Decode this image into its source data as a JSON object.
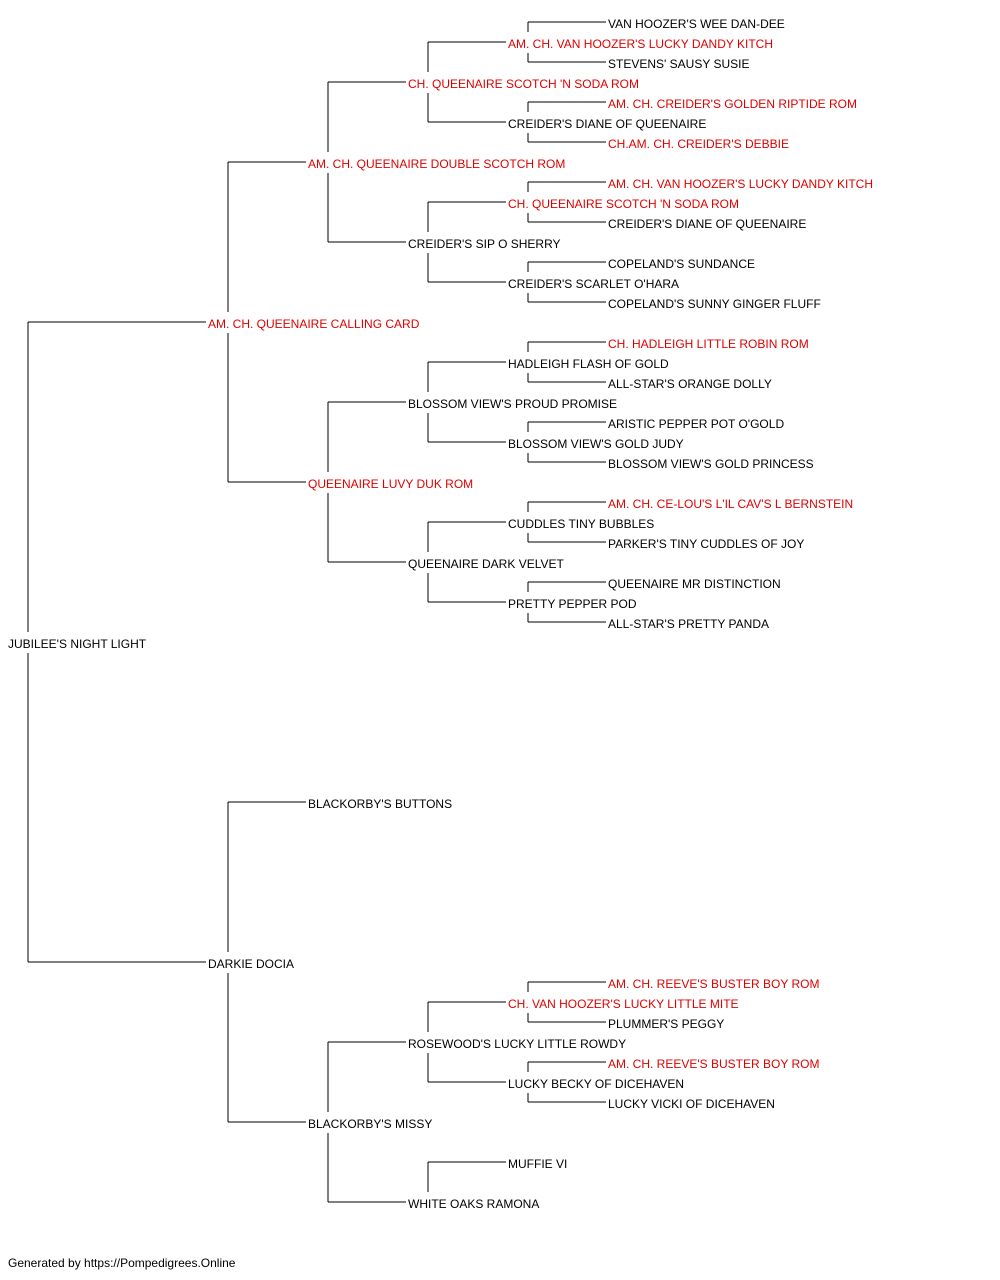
{
  "colors": {
    "champion": "#e00000",
    "normal": "#000000",
    "line": "#000000"
  },
  "footer": "Generated by https://Pompedigrees.Online",
  "pedigree": [
    {
      "id": "n1",
      "name": "JUBILEE'S NIGHT LIGHT",
      "champion": false
    },
    {
      "id": "n2",
      "parent": "n1",
      "name": "AM. CH. QUEENAIRE CALLING CARD",
      "champion": true
    },
    {
      "id": "n3",
      "parent": "n2",
      "name": "AM. CH. QUEENAIRE DOUBLE SCOTCH ROM",
      "champion": true
    },
    {
      "id": "n4",
      "parent": "n3",
      "name": "CH. QUEENAIRE SCOTCH 'N SODA ROM",
      "champion": true
    },
    {
      "id": "n5",
      "parent": "n4",
      "name": "AM. CH. VAN HOOZER'S LUCKY DANDY KITCH",
      "champion": true
    },
    {
      "id": "n6",
      "parent": "n5",
      "name": "VAN HOOZER'S WEE DAN-DEE",
      "champion": false
    },
    {
      "id": "n7",
      "parent": "n5",
      "name": "STEVENS' SAUSY SUSIE",
      "champion": false
    },
    {
      "id": "n8",
      "parent": "n4",
      "name": "CREIDER'S DIANE OF QUEENAIRE",
      "champion": false
    },
    {
      "id": "n9",
      "parent": "n8",
      "name": "AM. CH. CREIDER'S GOLDEN RIPTIDE ROM",
      "champion": true
    },
    {
      "id": "n10",
      "parent": "n8",
      "name": "CH.AM. CH. CREIDER'S DEBBIE",
      "champion": true
    },
    {
      "id": "n11",
      "parent": "n3",
      "name": "CREIDER'S SIP O SHERRY",
      "champion": false
    },
    {
      "id": "n12",
      "parent": "n11",
      "name": "CH. QUEENAIRE SCOTCH 'N SODA ROM",
      "champion": true
    },
    {
      "id": "n13",
      "parent": "n12",
      "name": "AM. CH. VAN HOOZER'S LUCKY DANDY KITCH",
      "champion": true
    },
    {
      "id": "n14",
      "parent": "n12",
      "name": "CREIDER'S DIANE OF QUEENAIRE",
      "champion": false
    },
    {
      "id": "n15",
      "parent": "n11",
      "name": "CREIDER'S SCARLET O'HARA",
      "champion": false
    },
    {
      "id": "n16",
      "parent": "n15",
      "name": "COPELAND'S SUNDANCE",
      "champion": false
    },
    {
      "id": "n17",
      "parent": "n15",
      "name": "COPELAND'S SUNNY GINGER FLUFF",
      "champion": false
    },
    {
      "id": "n18",
      "parent": "n2",
      "name": "QUEENAIRE LUVY DUK ROM",
      "champion": true
    },
    {
      "id": "n19",
      "parent": "n18",
      "name": "BLOSSOM VIEW'S PROUD PROMISE",
      "champion": false
    },
    {
      "id": "n20",
      "parent": "n19",
      "name": "HADLEIGH FLASH OF GOLD",
      "champion": false
    },
    {
      "id": "n21",
      "parent": "n20",
      "name": "CH. HADLEIGH LITTLE ROBIN ROM",
      "champion": true
    },
    {
      "id": "n22",
      "parent": "n20",
      "name": "ALL-STAR'S ORANGE DOLLY",
      "champion": false
    },
    {
      "id": "n23",
      "parent": "n19",
      "name": "BLOSSOM VIEW'S GOLD JUDY",
      "champion": false
    },
    {
      "id": "n24",
      "parent": "n23",
      "name": "ARISTIC PEPPER POT O'GOLD",
      "champion": false
    },
    {
      "id": "n25",
      "parent": "n23",
      "name": "BLOSSOM VIEW'S GOLD PRINCESS",
      "champion": false
    },
    {
      "id": "n26",
      "parent": "n18",
      "name": "QUEENAIRE DARK VELVET",
      "champion": false
    },
    {
      "id": "n27",
      "parent": "n26",
      "name": "CUDDLES TINY BUBBLES",
      "champion": false
    },
    {
      "id": "n28",
      "parent": "n27",
      "name": "AM. CH. CE-LOU'S L'IL CAV'S L BERNSTEIN",
      "champion": true
    },
    {
      "id": "n29",
      "parent": "n27",
      "name": "PARKER'S TINY CUDDLES OF JOY",
      "champion": false
    },
    {
      "id": "n30",
      "parent": "n26",
      "name": "PRETTY PEPPER POD",
      "champion": false
    },
    {
      "id": "n31",
      "parent": "n30",
      "name": "QUEENAIRE MR DISTINCTION",
      "champion": false
    },
    {
      "id": "n32",
      "parent": "n30",
      "name": "ALL-STAR'S PRETTY PANDA",
      "champion": false
    },
    {
      "id": "n33",
      "parent": "n1",
      "name": "DARKIE DOCIA",
      "champion": false
    },
    {
      "id": "n34",
      "parent": "n33",
      "name": "BLACKORBY'S BUTTONS",
      "champion": false
    },
    {
      "id": "n35",
      "parent": "n33",
      "name": "BLACKORBY'S MISSY",
      "champion": false
    },
    {
      "id": "n36",
      "parent": "n35",
      "name": "ROSEWOOD'S LUCKY LITTLE ROWDY",
      "champion": false
    },
    {
      "id": "n37",
      "parent": "n36",
      "name": "CH. VAN HOOZER'S LUCKY LITTLE MITE",
      "champion": true
    },
    {
      "id": "n38",
      "parent": "n37",
      "name": "AM. CH. REEVE'S BUSTER BOY ROM",
      "champion": true
    },
    {
      "id": "n39",
      "parent": "n37",
      "name": "PLUMMER'S PEGGY",
      "champion": false
    },
    {
      "id": "n40",
      "parent": "n36",
      "name": "LUCKY BECKY OF DICEHAVEN",
      "champion": false
    },
    {
      "id": "n41",
      "parent": "n40",
      "name": "AM. CH. REEVE'S BUSTER BOY ROM",
      "champion": true
    },
    {
      "id": "n42",
      "parent": "n40",
      "name": "LUCKY VICKI OF DICEHAVEN",
      "champion": false
    },
    {
      "id": "n43",
      "parent": "n35",
      "name": "WHITE OAKS RAMONA",
      "champion": false
    },
    {
      "id": "n44",
      "parent": "n43",
      "name": "MUFFIE VI",
      "champion": false
    }
  ]
}
